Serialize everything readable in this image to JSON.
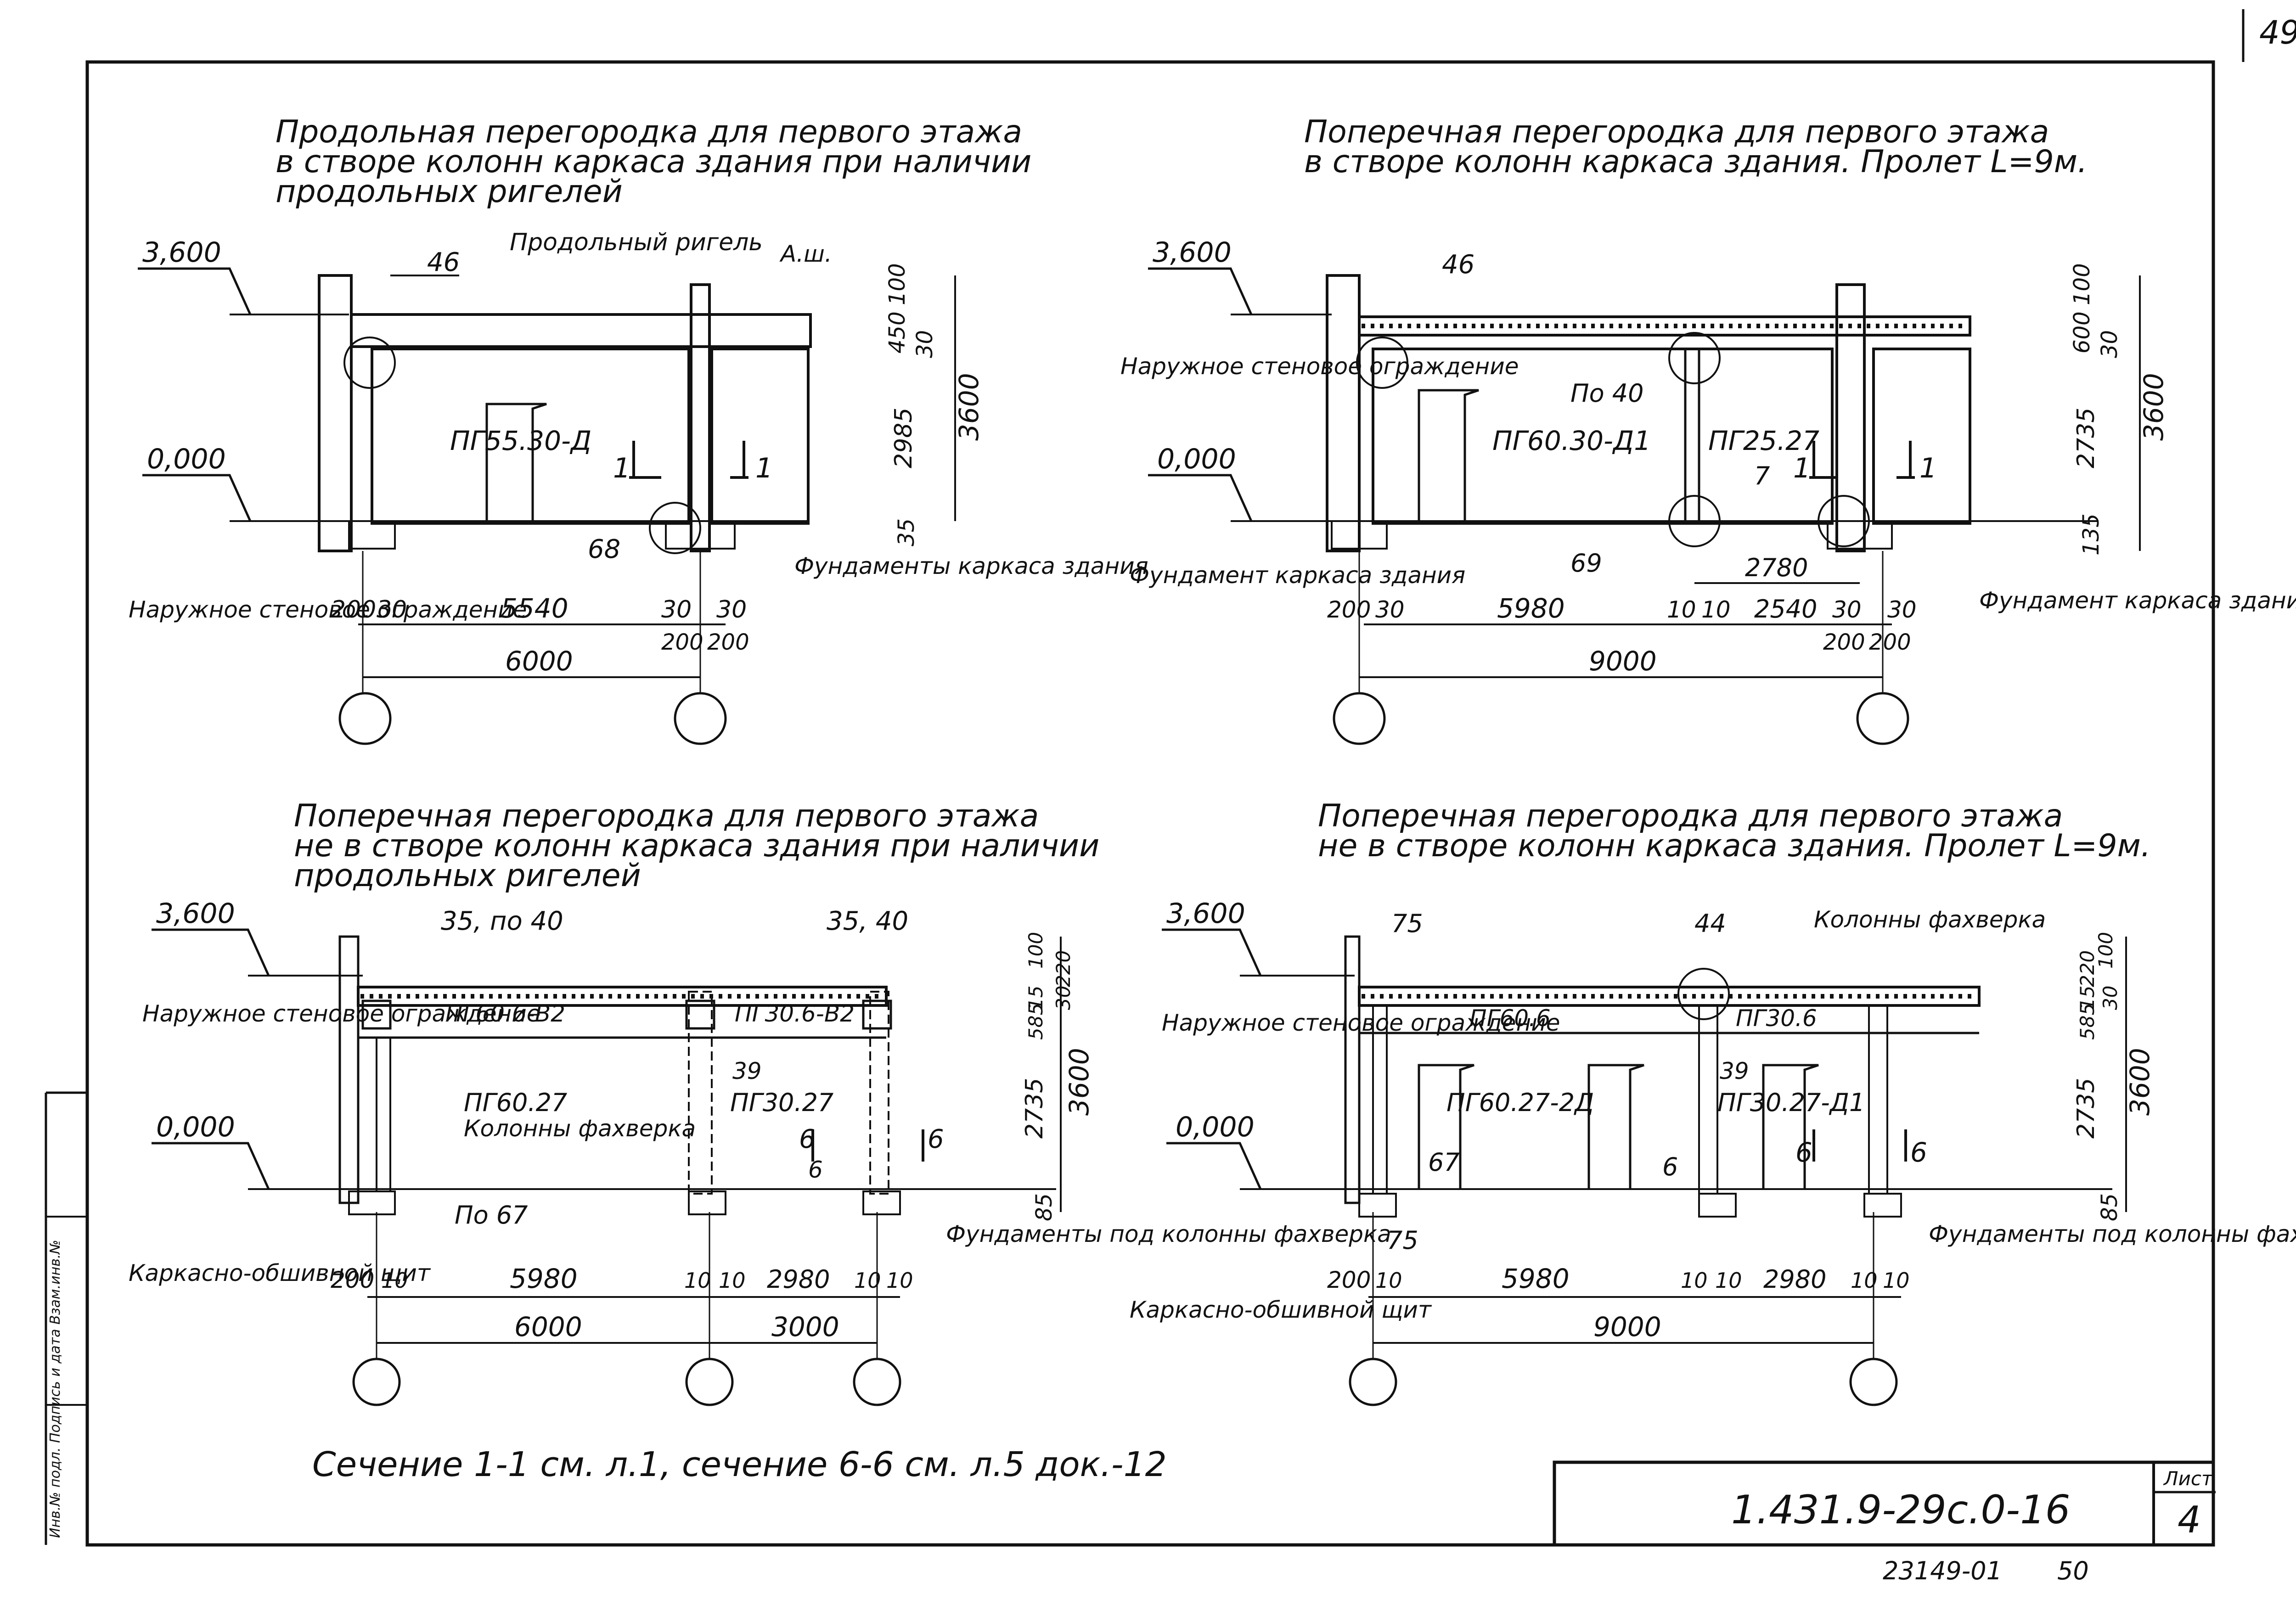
{
  "sheet": {
    "corner_number": "49",
    "document_code": "1.431.9-29с.0-16",
    "sheet_label": "Лист",
    "sheet_number": "4",
    "footer_number": "23149-01",
    "footer_page": "50",
    "side_strip": "Инв.№ подл. Подпись и дата Взам.инв.№"
  },
  "note": "Сечение 1-1 см. л.1, сечение 6-6 см. л.5 док.-12",
  "panels": [
    {
      "title": [
        "Продольная перегородка для первого этажа",
        "в створе колонн каркаса здания при наличии",
        "продольных ригелей"
      ],
      "level_top": "3,600",
      "level_zero": "0,000",
      "partition": "ПГ55.30-Д",
      "section_mark": "1",
      "callouts": [
        "46",
        "68",
        "А.ш.",
        "Продольный ригель"
      ],
      "labels": [
        "Наружное стеновое ограждение",
        "Фундаменты каркаса здания"
      ],
      "dims_vertical": [
        "100",
        "450",
        "30",
        "2985",
        "3600",
        "35"
      ],
      "dims_row1": [
        "200",
        "30",
        "5540",
        "30",
        "30"
      ],
      "dims_row2": [
        "200",
        "200"
      ],
      "overall": "6000"
    },
    {
      "title": [
        "Поперечная перегородка для первого этажа",
        "в створе колонн каркаса здания. Пролет L=9м."
      ],
      "level_top": "3,600",
      "level_zero": "0,000",
      "partitions": [
        "ПГ60.30-Д1",
        "ПГ25.27"
      ],
      "section_mark": "1",
      "callouts": [
        "46",
        "По 40",
        "69",
        "7"
      ],
      "labels": [
        "Наружное стеновое ограждение",
        "Фундамент каркаса здания",
        "Фундамент каркаса здания"
      ],
      "dims_vertical": [
        "100",
        "600",
        "30",
        "2735",
        "3600",
        "135"
      ],
      "dims_row0": "2780",
      "dims_row1": [
        "200",
        "30",
        "5980",
        "10",
        "10",
        "2540",
        "30",
        "30"
      ],
      "dims_row2": [
        "200",
        "200"
      ],
      "overall": "9000"
    },
    {
      "title": [
        "Поперечная перегородка для первого этажа",
        "не в створе колонн каркаса здания при наличии",
        "продольных ригелей"
      ],
      "level_top": "3,600",
      "level_zero": "0,000",
      "partitions": [
        "ПГ60.6-В2",
        "ПГ30.6-В2",
        "ПГ60.27",
        "ПГ30.27"
      ],
      "section_mark": "6",
      "callouts": [
        "35, по 40",
        "35, 40",
        "39",
        "6",
        "По 67"
      ],
      "labels": [
        "Наружное стеновое ограждение",
        "Колонны фахверка",
        "Каркасно-обшивной щит",
        "Фундаменты под колонны фахверка"
      ],
      "dims_vertical": [
        "100",
        "220",
        "15",
        "585",
        "30",
        "2735",
        "3600",
        "85"
      ],
      "dims_row1": [
        "200",
        "10",
        "5980",
        "10",
        "10",
        "2980",
        "10",
        "10"
      ],
      "overall": [
        "6000",
        "3000"
      ]
    },
    {
      "title": [
        "Поперечная перегородка для первого этажа",
        "не в створе колонн каркаса здания. Пролет L=9м."
      ],
      "level_top": "3,600",
      "level_zero": "0,000",
      "partitions": [
        "ПГ60.6",
        "ПГ30.6",
        "ПГ60.27-2Д",
        "ПГ30.27-Д1"
      ],
      "section_mark": "6",
      "callouts": [
        "75",
        "44",
        "39",
        "67",
        "6",
        "75"
      ],
      "labels": [
        "Колонны фахверка",
        "Наружное стеновое ограждение",
        "Каркасно-обшивной щит",
        "Фундаменты под колонны фахверка"
      ],
      "dims_vertical": [
        "100",
        "220",
        "15",
        "585",
        "30",
        "2735",
        "3600",
        "85"
      ],
      "dims_row1": [
        "200",
        "10",
        "5980",
        "10",
        "10",
        "2980",
        "10",
        "10"
      ],
      "overall": "9000"
    }
  ]
}
